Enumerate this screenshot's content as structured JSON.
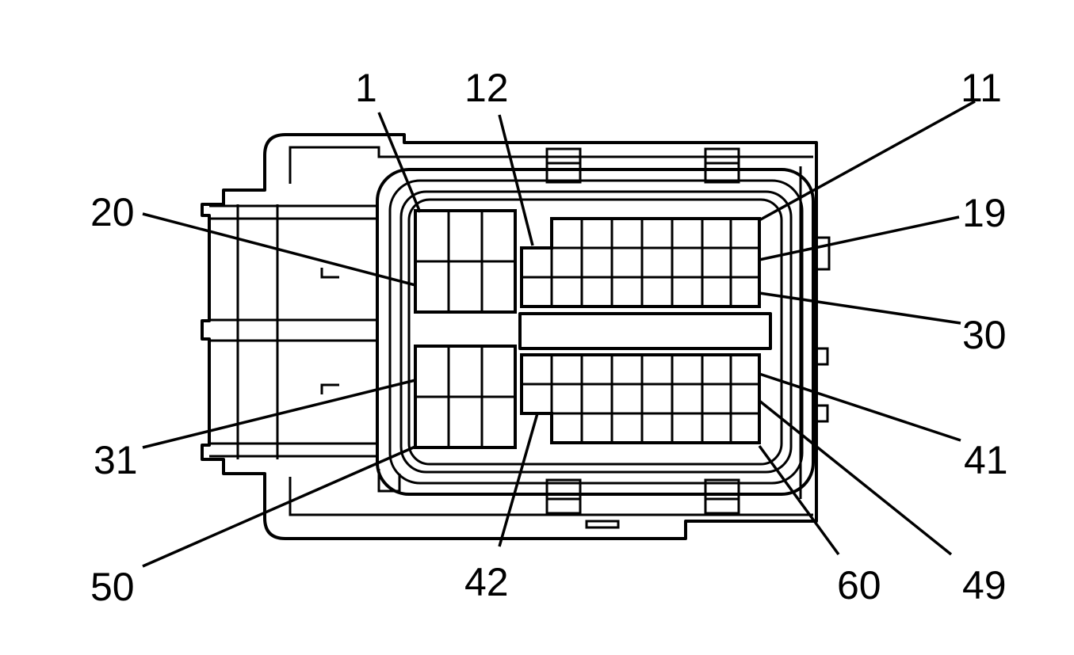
{
  "colors": {
    "line": "#000000",
    "background": "#ffffff"
  },
  "pin_labels": {
    "p1": "1",
    "p12": "12",
    "p11": "11",
    "p20": "20",
    "p19": "19",
    "p30": "30",
    "p31": "31",
    "p41": "41",
    "p50": "50",
    "p42": "42",
    "p60": "60",
    "p49": "49"
  }
}
